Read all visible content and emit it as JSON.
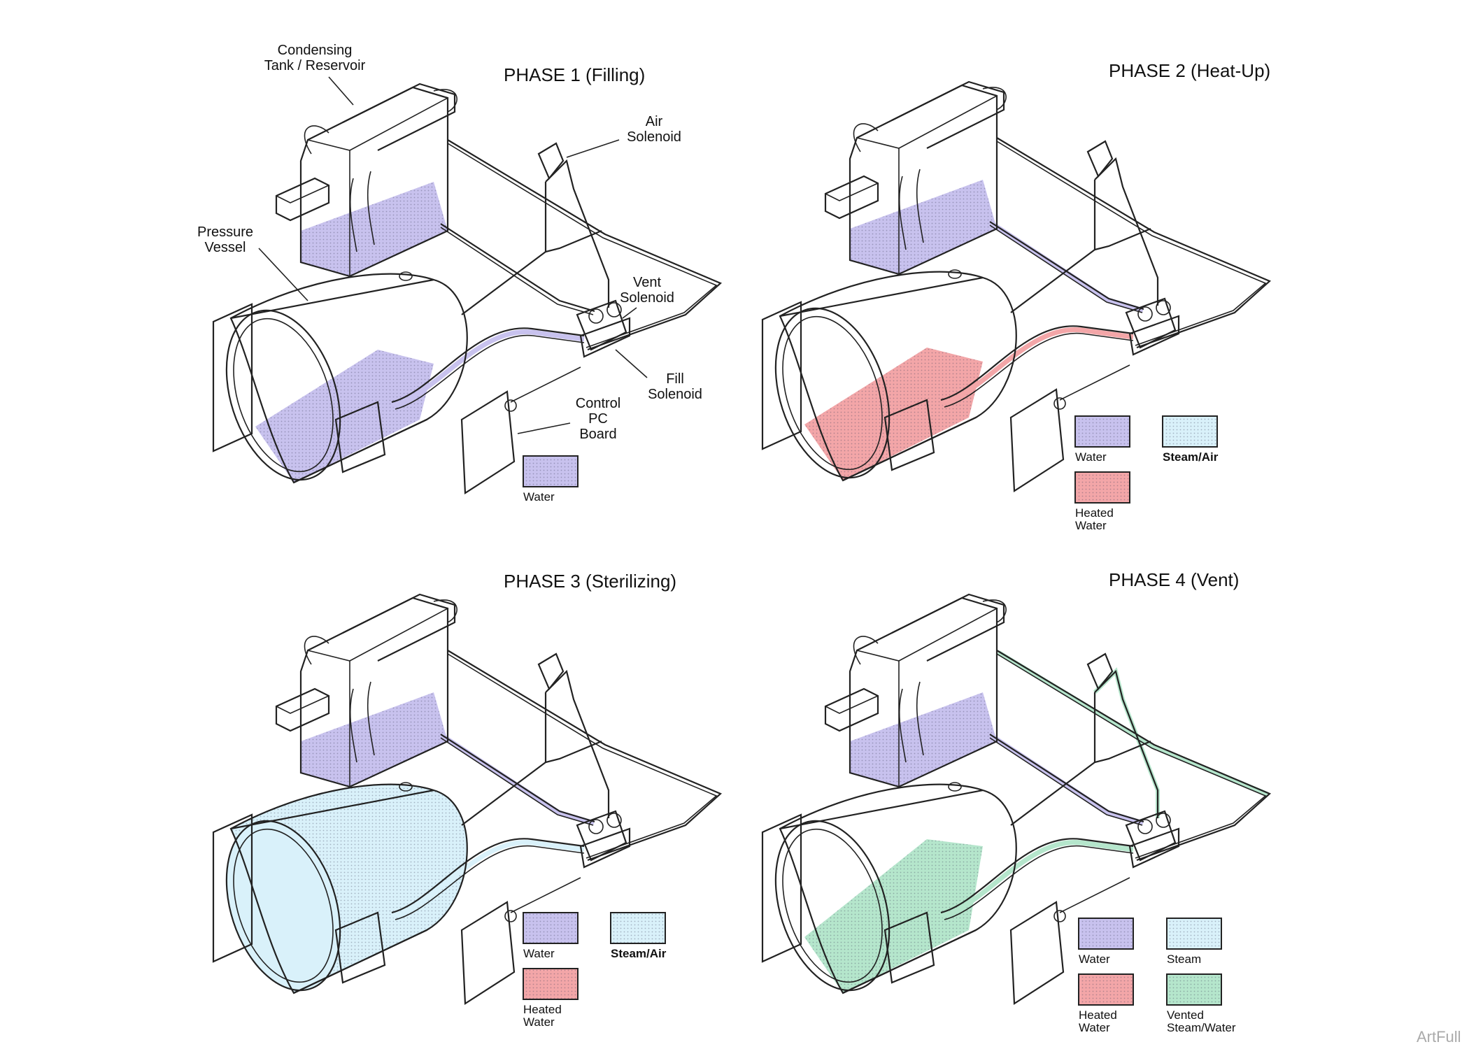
{
  "colors": {
    "water": "#c8c2ee",
    "heated_water": "#f3a6a8",
    "steam": "#d9f1fa",
    "vented": "#b5e6cc",
    "line": "#222222"
  },
  "labels": {
    "condensing_tank_line1": "Condensing",
    "condensing_tank_line2": "Tank / Reservoir",
    "air_solenoid_line1": "Air",
    "air_solenoid_line2": "Solenoid",
    "pressure_vessel_line1": "Pressure",
    "pressure_vessel_line2": "Vessel",
    "vent_solenoid_line1": "Vent",
    "vent_solenoid_line2": "Solenoid",
    "fill_solenoid_line1": "Fill",
    "fill_solenoid_line2": "Solenoid",
    "control_pc_board_line1": "Control",
    "control_pc_board_line2": "PC",
    "control_pc_board_line3": "Board"
  },
  "phases": [
    {
      "title": "PHASE 1 (Filling)",
      "legend": [
        {
          "label1": "Water",
          "label2": "",
          "color": "#c8c2ee",
          "bold": false
        }
      ]
    },
    {
      "title": "PHASE 2 (Heat-Up)",
      "legend": [
        {
          "label1": "Water",
          "label2": "",
          "color": "#c8c2ee",
          "bold": false
        },
        {
          "label1": "Steam/Air",
          "label2": "",
          "color": "#d9f1fa",
          "bold": true
        },
        {
          "label1": "Heated",
          "label2": "Water",
          "color": "#f3a6a8",
          "bold": false
        }
      ]
    },
    {
      "title": "PHASE 3 (Sterilizing)",
      "legend": [
        {
          "label1": "Water",
          "label2": "",
          "color": "#c8c2ee",
          "bold": false
        },
        {
          "label1": "Steam/Air",
          "label2": "",
          "color": "#d9f1fa",
          "bold": true
        },
        {
          "label1": "Heated",
          "label2": "Water",
          "color": "#f3a6a8",
          "bold": false
        }
      ]
    },
    {
      "title": "PHASE 4 (Vent)",
      "legend": [
        {
          "label1": "Water",
          "label2": "",
          "color": "#c8c2ee",
          "bold": false
        },
        {
          "label1": "Steam",
          "label2": "",
          "color": "#d9f1fa",
          "bold": false
        },
        {
          "label1": "Heated",
          "label2": "Water",
          "color": "#f3a6a8",
          "bold": false
        },
        {
          "label1": "Vented",
          "label2": "Steam/Water",
          "color": "#b5e6cc",
          "bold": false
        }
      ]
    }
  ],
  "watermark": "ArtFull"
}
